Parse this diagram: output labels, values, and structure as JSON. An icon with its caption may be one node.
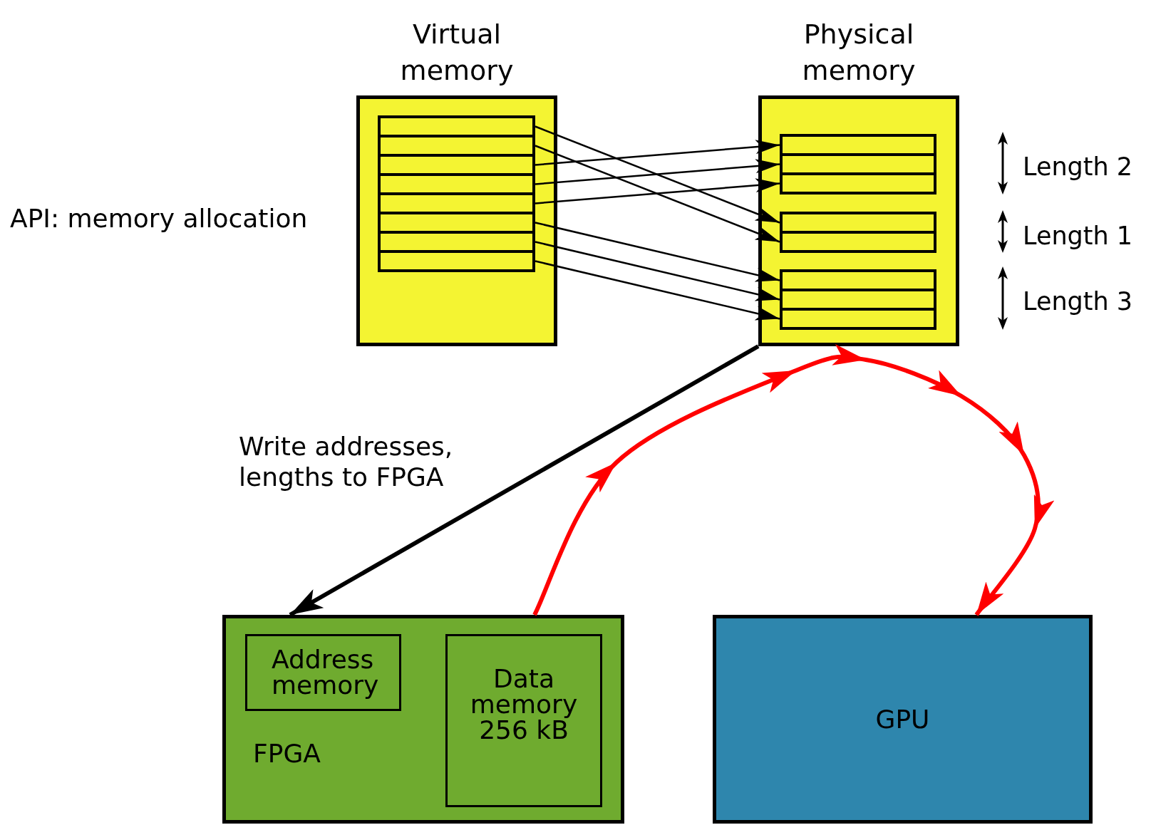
{
  "diagram": {
    "nodes": [
      {
        "text": [
          "Virtual memory"
        ]
      },
      {
        "text": [],
        "shape": "box",
        "in": 0
      },
      {
        "text": [],
        "shape": "box",
        "in": 0
      },
      {
        "text": [],
        "shape": "box",
        "in": 0
      },
      {
        "text": [],
        "shape": "box",
        "in": 0
      },
      {
        "text": [],
        "shape": "box",
        "in": 0
      },
      {
        "text": [],
        "shape": "box",
        "in": 0
      },
      {
        "text": [],
        "shape": "box",
        "in": 0
      },
      {
        "text": [],
        "shape": "box",
        "in": 0
      },
      {
        "text": [
          "Physical memory"
        ]
      },
      {
        "text": [],
        "shape": "box",
        "in": 9
      },
      {
        "text": [],
        "shape": "box",
        "in": 9
      },
      {
        "text": [],
        "shape": "box",
        "in": 9
      },
      {
        "text": [],
        "shape": "box",
        "in": 9
      },
      {
        "text": [],
        "shape": "box",
        "in": 9
      },
      {
        "text": [],
        "shape": "box",
        "in": 9
      },
      {
        "text": [],
        "shape": "box",
        "in": 9
      },
      {
        "text": [],
        "shape": "box",
        "in": 9
      },
      {
        "text": [
          "FPGA"
        ]
      },
      {
        "text": [
          "Address memory"
        ],
        "in": 18
      },
      {
        "text": [
          "Data memory 256 kB"
        ],
        "in": 18
      },
      {
        "text": [
          "GPU"
        ]
      }
    ],
    "edges": [
      {
        "from": 1,
        "to": 13,
        "arrow": "to"
      },
      {
        "from": 2,
        "to": 14,
        "arrow": "to"
      },
      {
        "from": 3,
        "to": 10,
        "arrow": "to"
      },
      {
        "from": 4,
        "to": 11,
        "arrow": "to"
      },
      {
        "from": 5,
        "to": 12,
        "arrow": "to"
      },
      {
        "from": 6,
        "to": 15,
        "arrow": "to"
      },
      {
        "from": 7,
        "to": 16,
        "arrow": "to"
      },
      {
        "from": 8,
        "to": 17,
        "arrow": "to"
      },
      {
        "from": 9,
        "to": 18,
        "arrow": "to",
        "label": "Write addresses, lengths to FPGA",
        "style": "thick"
      },
      {
        "from": 18,
        "to": 21,
        "arrow": "to",
        "style": "thick",
        "color": "#ff0000"
      }
    ],
    "labels": [
      "API: memory allocation",
      "Length 2",
      "Length 1",
      "Length 3"
    ]
  }
}
